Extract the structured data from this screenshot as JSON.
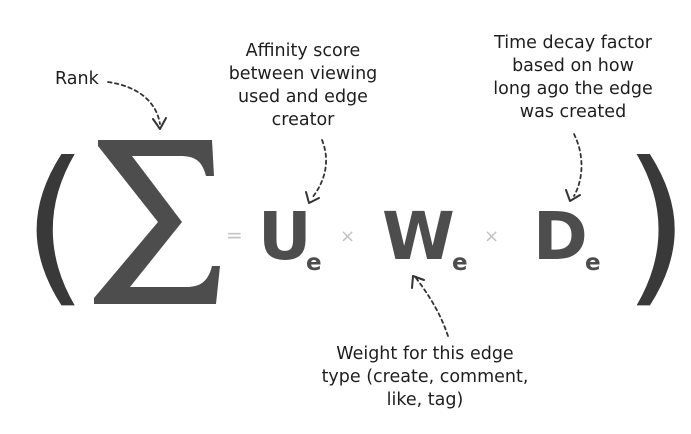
{
  "formula": {
    "open_paren": "(",
    "close_paren": ")",
    "sum_symbol": "∑",
    "equals": "=",
    "times": "×",
    "terms": [
      {
        "letter": "U",
        "subscript": "e"
      },
      {
        "letter": "W",
        "subscript": "e"
      },
      {
        "letter": "D",
        "subscript": "e"
      }
    ]
  },
  "annotations": {
    "rank": [
      "Rank"
    ],
    "affinity": [
      "Affinity score",
      "between viewing",
      "used and edge",
      "creator"
    ],
    "decay": [
      "Time decay factor",
      "based on how",
      "long ago the edge",
      "was created"
    ],
    "weight": [
      "Weight for this edge",
      "type (create, comment,",
      "like, tag)"
    ]
  },
  "colors": {
    "glyph": "#4d4d4d",
    "operator": "#c4c4c4",
    "text": "#1e1e1e",
    "background": "#ffffff"
  }
}
